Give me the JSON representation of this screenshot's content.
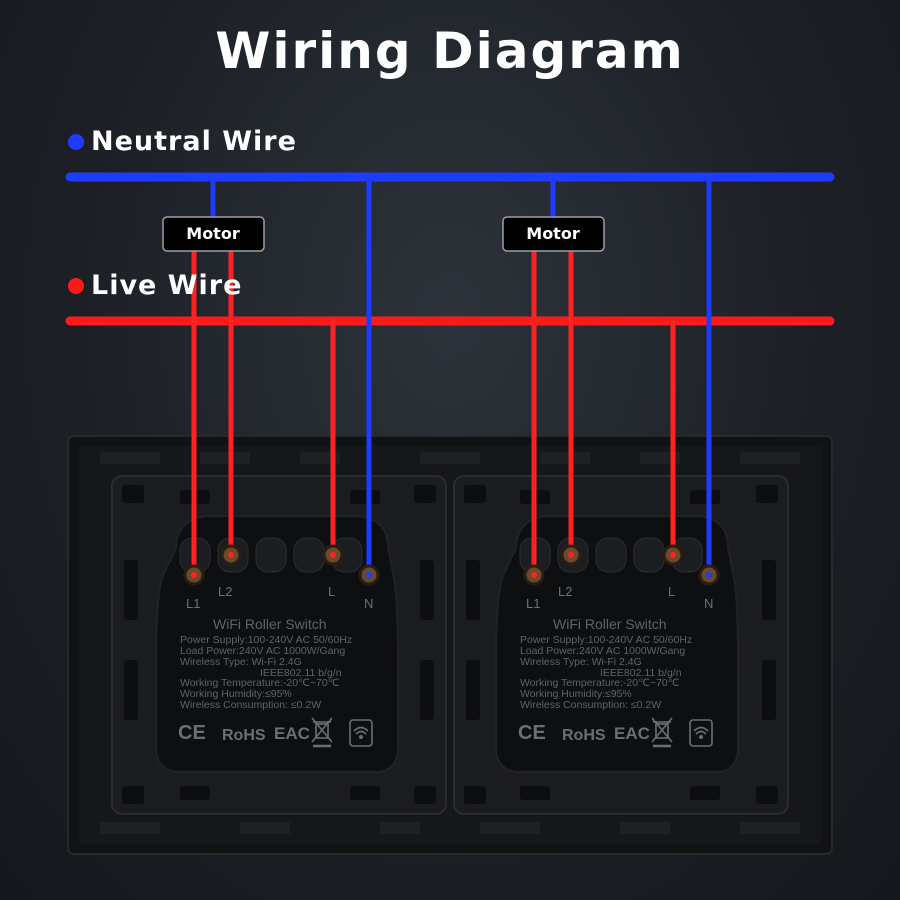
{
  "title": "Wiring Diagram",
  "legend": {
    "neutral": {
      "label": "Neutral Wire",
      "color": "#1e3cff"
    },
    "live": {
      "label": "Live Wire",
      "color": "#ff1a1a"
    }
  },
  "motors": [
    {
      "label": "Motor"
    },
    {
      "label": "Motor"
    }
  ],
  "modules": [
    {
      "title": "WiFi Roller Switch",
      "terminals": [
        "L1",
        "L2",
        "L",
        "N"
      ],
      "specs": [
        "Power Supply:100-240V AC 50/60Hz",
        "Load Power:240V AC 1000W/Gang",
        "Wireless Type: Wi-Fi 2.4G",
        "IEEE802.11 b/g/n",
        "Working Temperature:-20℃~70℃",
        "Working Humidity:≤95%",
        "Wireless Consumption: ≤0.2W"
      ],
      "certs": [
        "CE",
        "RoHS",
        "EAC",
        "WEEE-bin-icon",
        "wifi-icon"
      ]
    },
    {
      "title": "WiFi Roller Switch",
      "terminals": [
        "L1",
        "L2",
        "L",
        "N"
      ],
      "specs": [
        "Power Supply:100-240V AC 50/60Hz",
        "Load Power:240V AC 1000W/Gang",
        "Wireless Type: Wi-Fi 2.4G",
        "IEEE802.11 b/g/n",
        "Working Temperature:-20℃~70℃",
        "Working Humidity:≤95%",
        "Wireless Consumption: ≤0.2W"
      ],
      "certs": [
        "CE",
        "RoHS",
        "EAC",
        "WEEE-bin-icon",
        "wifi-icon"
      ]
    }
  ]
}
